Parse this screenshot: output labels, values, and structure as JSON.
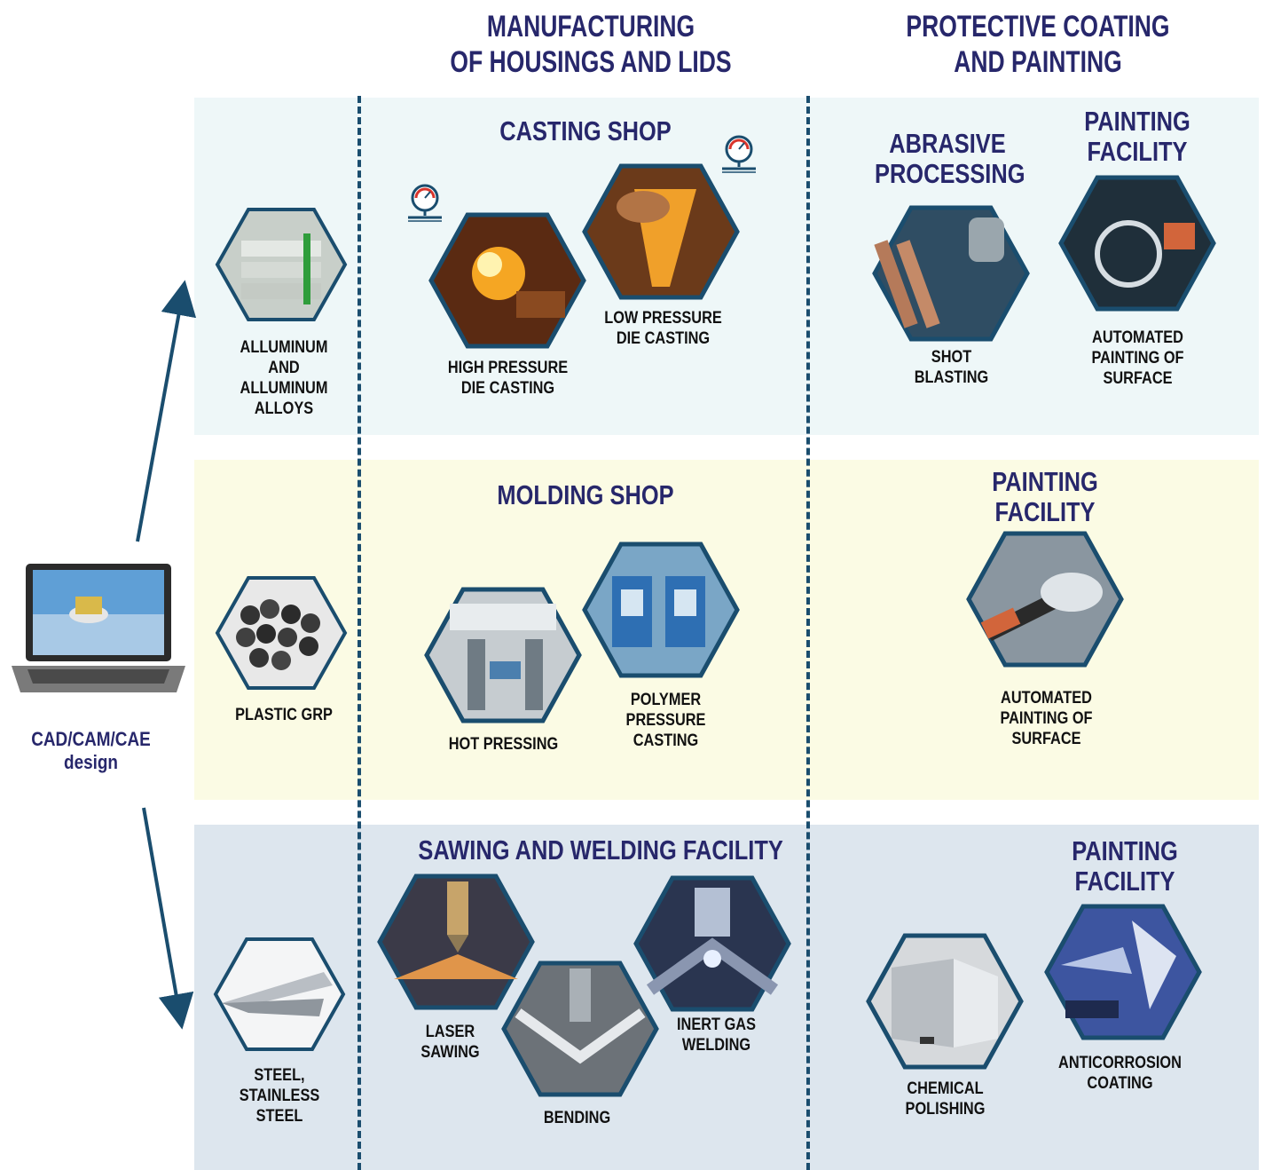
{
  "headers": {
    "manufacturing": "MANUFACTURING\nOF HOUSINGS AND LIDS",
    "coating": "PROTECTIVE COATING\nAND PAINTING"
  },
  "design_label": "CAD/CAM/CAE\ndesign",
  "materials": {
    "aluminum": "ALLUMINUM\nAND\nALLUMINUM\nALLOYS",
    "plastic": "PLASTIC GRP",
    "steel": "STEEL,\nSTAINLESS STEEL"
  },
  "shops": {
    "casting": "CASTING SHOP",
    "molding": "MOLDING SHOP",
    "sawing": "SAWING AND WELDING FACILITY",
    "abrasive": "ABRASIVE\nPROCESSING",
    "painting": "PAINTING\nFACILITY"
  },
  "processes": {
    "hpdc": "HIGH PRESSURE\nDIE CASTING",
    "lpdc": "LOW PRESSURE\nDIE CASTING",
    "shot": "SHOT\nBLASTING",
    "auto_paint": "AUTOMATED\nPAINTING OF\nSURFACE",
    "hot_press": "HOT PRESSING",
    "polymer": "POLYMER\nPRESSURE\nCASTING",
    "laser": "LASER\nSAWING",
    "bending": "BENDING",
    "inert": "INERT GAS\nWELDING",
    "chem": "CHEMICAL\nPOLISHING",
    "anticorr": "ANTICORROSION\nCOATING"
  },
  "icons": {
    "gauge": "pressure-gauge-icon",
    "laptop": "laptop-icon",
    "arrow": "arrow-icon"
  },
  "colors": {
    "band_top": "#eef7f8",
    "band_mid": "#fbfbe4",
    "band_bottom": "#dde6ee",
    "heading": "#27276b",
    "hex_border": "#1a4d6e"
  }
}
